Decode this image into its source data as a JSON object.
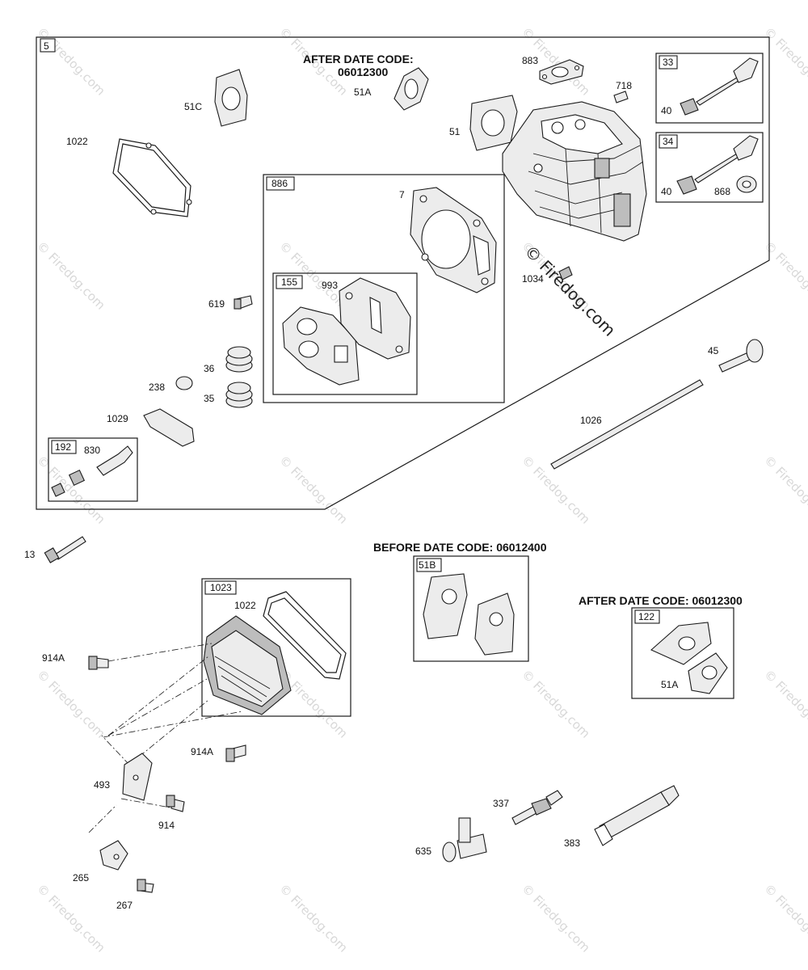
{
  "headers": {
    "after_top": "AFTER DATE CODE:",
    "after_top_code": "06012300",
    "before": "BEFORE DATE CODE: 06012400",
    "after_right": "AFTER DATE CODE: 06012300"
  },
  "watermark": "© Firedog.com",
  "boxes": {
    "b5": "5",
    "b33": "33",
    "b34": "34",
    "b886": "886",
    "b155": "155",
    "b192": "192",
    "b1023": "1023",
    "b51b": "51B",
    "b122": "122"
  },
  "labels": {
    "p883": "883",
    "p718": "718",
    "p51a_top": "51A",
    "p51c": "51C",
    "p51": "51",
    "p1022_top": "1022",
    "p40a": "40",
    "p40b": "40",
    "p868": "868",
    "p7": "7",
    "p993": "993",
    "p1034": "1034",
    "p619": "619",
    "p36": "36",
    "p35": "35",
    "p238": "238",
    "p1029": "1029",
    "p830": "830",
    "p45": "45",
    "p1026": "1026",
    "p13": "13",
    "p1022_b": "1022",
    "p914a_1": "914A",
    "p914a_2": "914A",
    "p493": "493",
    "p914": "914",
    "p265": "265",
    "p267": "267",
    "p51a_b": "51A",
    "p337": "337",
    "p635": "635",
    "p383": "383"
  }
}
